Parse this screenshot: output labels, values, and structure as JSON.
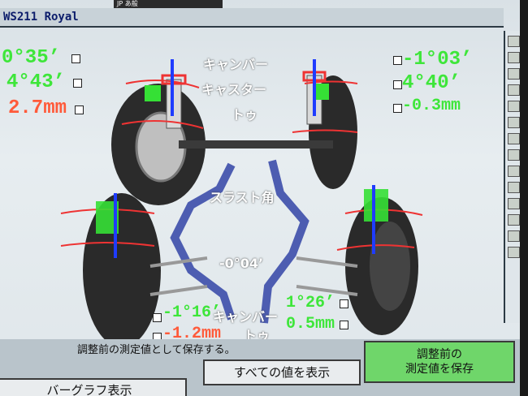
{
  "window": {
    "title": "WS211 Royal",
    "status_prefix": "JP",
    "status_text": "あ般"
  },
  "front": {
    "left": {
      "camber": "0°35’",
      "caster": "4°43’",
      "toe": "2.7mm"
    },
    "right": {
      "camber": "-1°03’",
      "caster": "4°40’",
      "toe": "-0.3mm"
    },
    "labels": {
      "camber": "キャンバー",
      "caster": "キャスター",
      "toe": "トゥ"
    }
  },
  "thrust": {
    "label": "スラスト角",
    "value": "-0°04’"
  },
  "rear": {
    "left": {
      "camber": "-1°16’",
      "toe": "-1.2mm"
    },
    "right": {
      "camber": "1°26’",
      "toe": "0.5mm"
    },
    "labels": {
      "camber": "キャンバー",
      "toe": "トゥ"
    }
  },
  "bottom": {
    "message": "調整前の測定値として保存する。",
    "bar_graph_button": "バーグラフ表示",
    "all_values_button": "すべての値を表示",
    "save_line1": "調整前の",
    "save_line2": "測定値を保存"
  },
  "colors": {
    "good": "#3ee63a",
    "bad": "#ff5a3a",
    "save_button": "#6fd66a"
  }
}
